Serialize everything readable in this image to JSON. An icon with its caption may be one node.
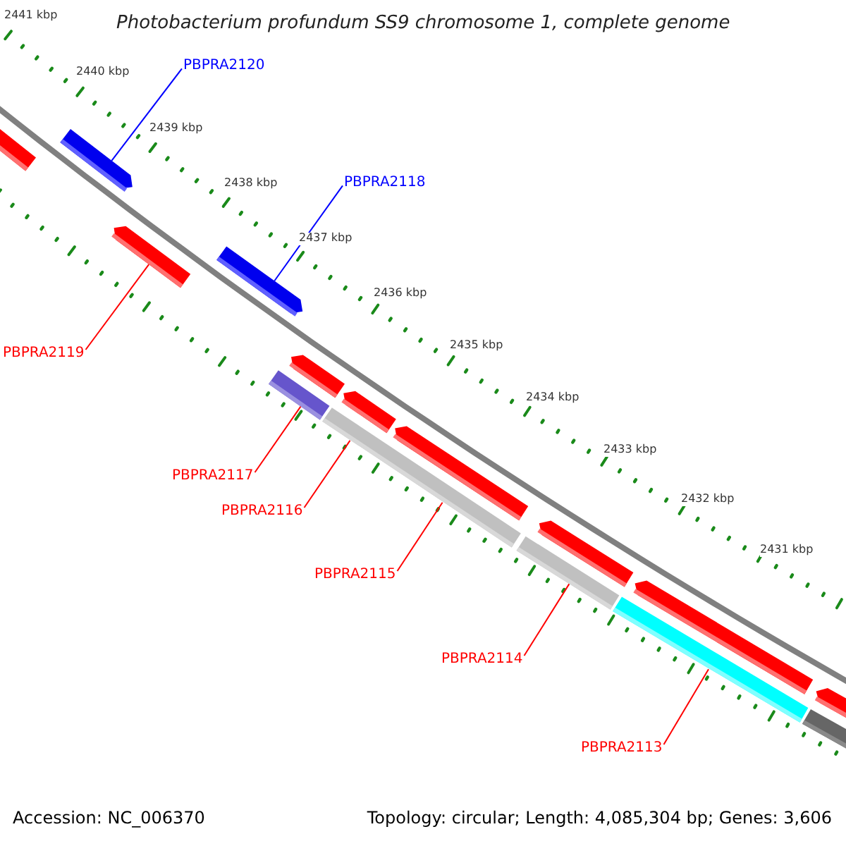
{
  "diagram": {
    "title": "Photobacterium profundum SS9 chromosome 1, complete genome",
    "nodes": [
      {
        "text": [
          "PBPRA2120"
        ]
      },
      {
        "text": [
          "PBPRA2118"
        ]
      },
      {
        "text": [
          "PBPRA2119"
        ]
      },
      {
        "text": [
          "PBPRA2117"
        ]
      },
      {
        "text": [
          "PBPRA2116"
        ]
      },
      {
        "text": [
          "PBPRA2115"
        ]
      },
      {
        "text": [
          "PBPRA2114"
        ]
      },
      {
        "text": [
          "PBPRA2113"
        ]
      },
      {
        "text": [],
        "shape": "bar"
      },
      {
        "text": [],
        "shape": "pentagon"
      },
      {
        "text": [],
        "shape": "pentagon"
      },
      {
        "text": [],
        "shape": "pentagon"
      },
      {
        "text": [],
        "shape": "bar"
      },
      {
        "text": [],
        "shape": "pentagon"
      },
      {
        "text": [],
        "shape": "bar"
      },
      {
        "text": [],
        "shape": "pentagon"
      },
      {
        "text": [],
        "shape": "pentagon"
      },
      {
        "text": [],
        "shape": "bar"
      },
      {
        "text": [],
        "shape": "pentagon"
      },
      {
        "text": [],
        "shape": "bar"
      },
      {
        "text": [],
        "shape": "pentagon"
      },
      {
        "text": [],
        "shape": "bar"
      },
      {
        "text": [],
        "shape": "pentagon"
      }
    ],
    "edges": [
      {
        "from": 0,
        "to": 9,
        "arrow": "none",
        "color": "#0000ff"
      },
      {
        "from": 1,
        "to": 11,
        "arrow": "none",
        "color": "#0000ff"
      },
      {
        "from": 2,
        "to": 10,
        "arrow": "none"
      },
      {
        "from": 3,
        "to": 12,
        "arrow": "none"
      },
      {
        "from": 4,
        "to": 14,
        "arrow": "none"
      },
      {
        "from": 5,
        "to": 14,
        "arrow": "none"
      },
      {
        "from": 6,
        "to": 17,
        "arrow": "none"
      },
      {
        "from": 7,
        "to": 19,
        "arrow": "none"
      }
    ],
    "labels": [
      "2441 kbp",
      "2440 kbp",
      "2439 kbp",
      "2438 kbp",
      "2437 kbp",
      "2436 kbp",
      "2435 kbp",
      "2434 kbp",
      "2433 kbp",
      "2432 kbp",
      "2431 kbp",
      "Accession: NC_006370",
      "Topology: circular; Length: 4,085,304 bp; Genes: 3,606"
    ]
  }
}
